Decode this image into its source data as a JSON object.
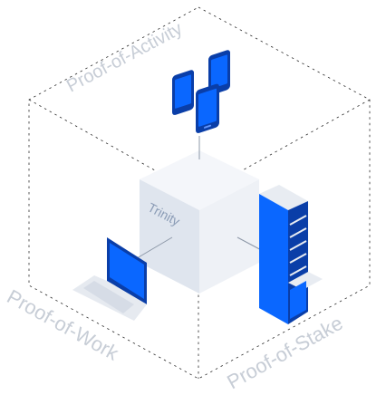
{
  "labels": {
    "activity": "Proof-of-Activity",
    "work": "Proof-of-Work",
    "stake": "Proof-of-Stake",
    "center": "Trinity"
  },
  "colors": {
    "accent": "#0a67ff",
    "accent_dark": "#0a3ea8",
    "cube_top": "#f4f6fa",
    "cube_left": "#dfe5ee",
    "cube_right": "#eef1f6",
    "guides": "#2b2b2b",
    "label_text": "#c7cdd6"
  },
  "icons": [
    "phone-icon",
    "laptop-icon",
    "server-rack-icon",
    "cube-icon"
  ]
}
